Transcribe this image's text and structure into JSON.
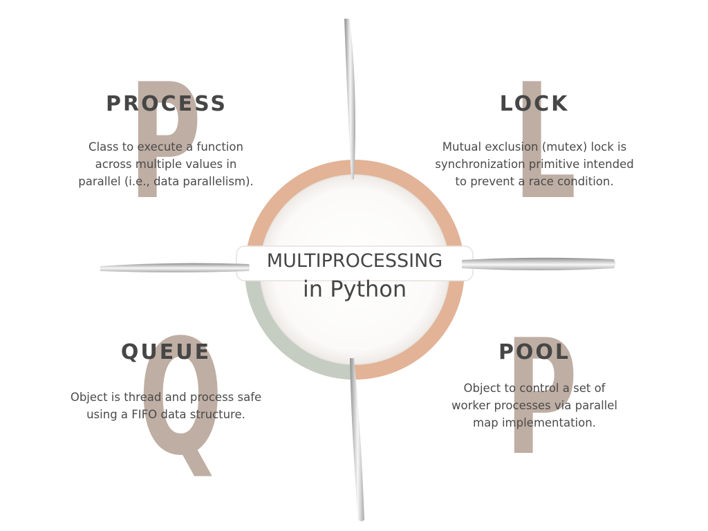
{
  "center": {
    "title": "MULTIPROCESSING",
    "subtitle": "in Python"
  },
  "colors": {
    "orange_ring": "#e2b397",
    "green_ring": "#c5cdc3",
    "big_letter": "#bfaea3",
    "title_text": "#464646",
    "body_text": "#4a4a4a"
  },
  "quadrants": {
    "process": {
      "letter": "P",
      "title": "PROCESS",
      "lines": [
        "Class to execute a function",
        "across multiple values in",
        "parallel (i.e., data parallelism)."
      ]
    },
    "lock": {
      "letter": "L",
      "title": "LOCK",
      "lines": [
        "Mutual exclusion (mutex) lock is",
        "synchronization primitive intended",
        "to prevent a race condition."
      ]
    },
    "queue": {
      "letter": "Q",
      "title": "QUEUE",
      "lines": [
        "Object is thread and process safe",
        "using a FIFO data structure."
      ]
    },
    "pool": {
      "letter": "P",
      "title": "POOL",
      "lines": [
        "Object to control a set of",
        "worker processes via parallel",
        "map implementation."
      ]
    }
  }
}
